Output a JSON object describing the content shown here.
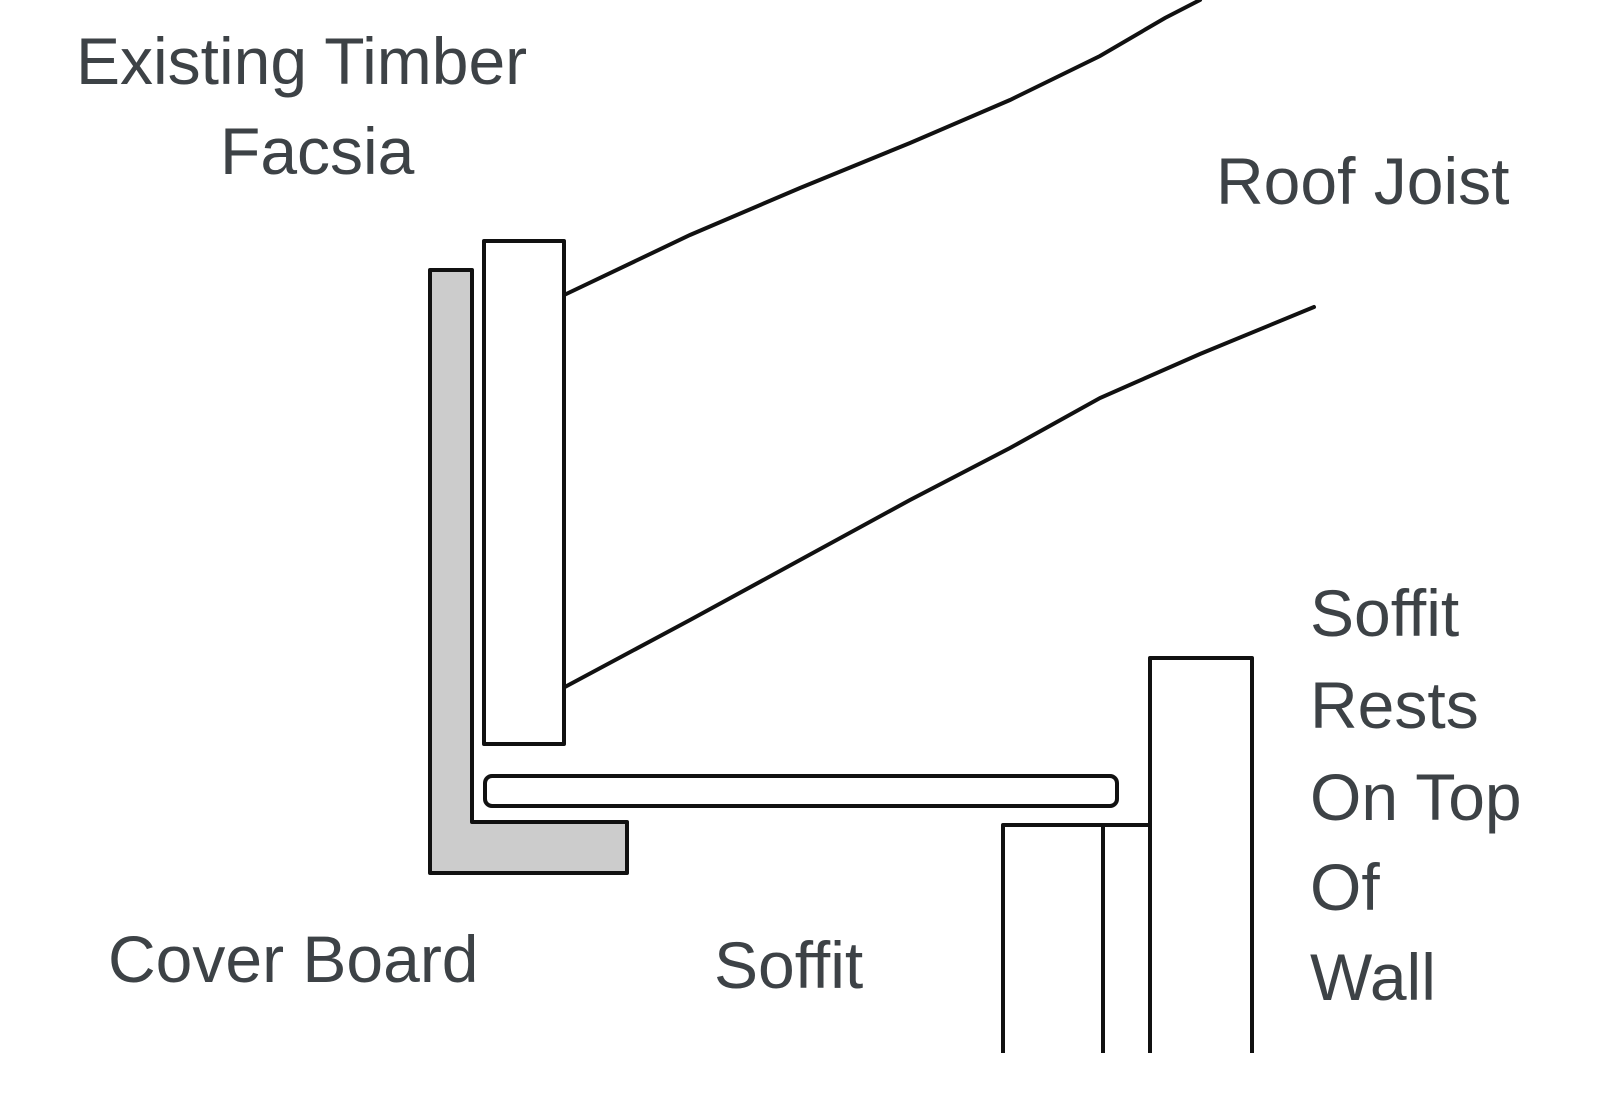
{
  "labels": {
    "facsia_line1": "Existing Timber",
    "facsia_line2": "Facsia",
    "roof_joist": "Roof Joist",
    "cover_board": "Cover Board",
    "soffit": "Soffit",
    "soffit_rests": [
      "Soffit",
      "Rests",
      "On Top",
      "Of",
      "Wall"
    ]
  },
  "colors": {
    "cover_board_fill": "#cccccc",
    "outline": "#111111",
    "label_text": "#3d4246"
  }
}
